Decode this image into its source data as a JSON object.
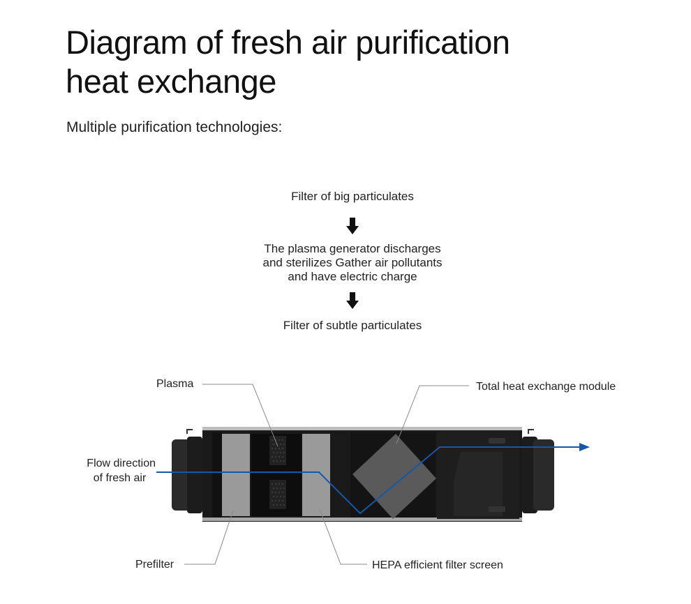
{
  "header": {
    "title_line1": "Diagram of fresh air purification",
    "title_line2": "heat exchange",
    "subtitle": "Multiple purification technologies:"
  },
  "process_steps": [
    {
      "text": "Filter of big particulates"
    },
    {
      "text_lines": [
        "The plasma generator discharges",
        "and sterilizes Gather air pollutants",
        "and have electric charge"
      ]
    },
    {
      "text": "Filter of subtle particulates"
    }
  ],
  "icons": {
    "step_arrow": "down-arrow-icon",
    "flow_arrow": "right-arrow-icon"
  },
  "diagram": {
    "labels": {
      "plasma": "Plasma",
      "total_heat_exchange": "Total heat exchange module",
      "flow_direction_line1": "Flow direction",
      "flow_direction_line2": "of fresh air",
      "prefilter": "Prefilter",
      "hepa": "HEPA efficient filter screen"
    },
    "colors": {
      "flow_line": "#1558a8",
      "leader_line": "#8a8a8a",
      "unit_body": "#1a1a1a",
      "filter_panel": "#9a9a9a",
      "heat_exchange_core": "#5a5a5a"
    }
  }
}
